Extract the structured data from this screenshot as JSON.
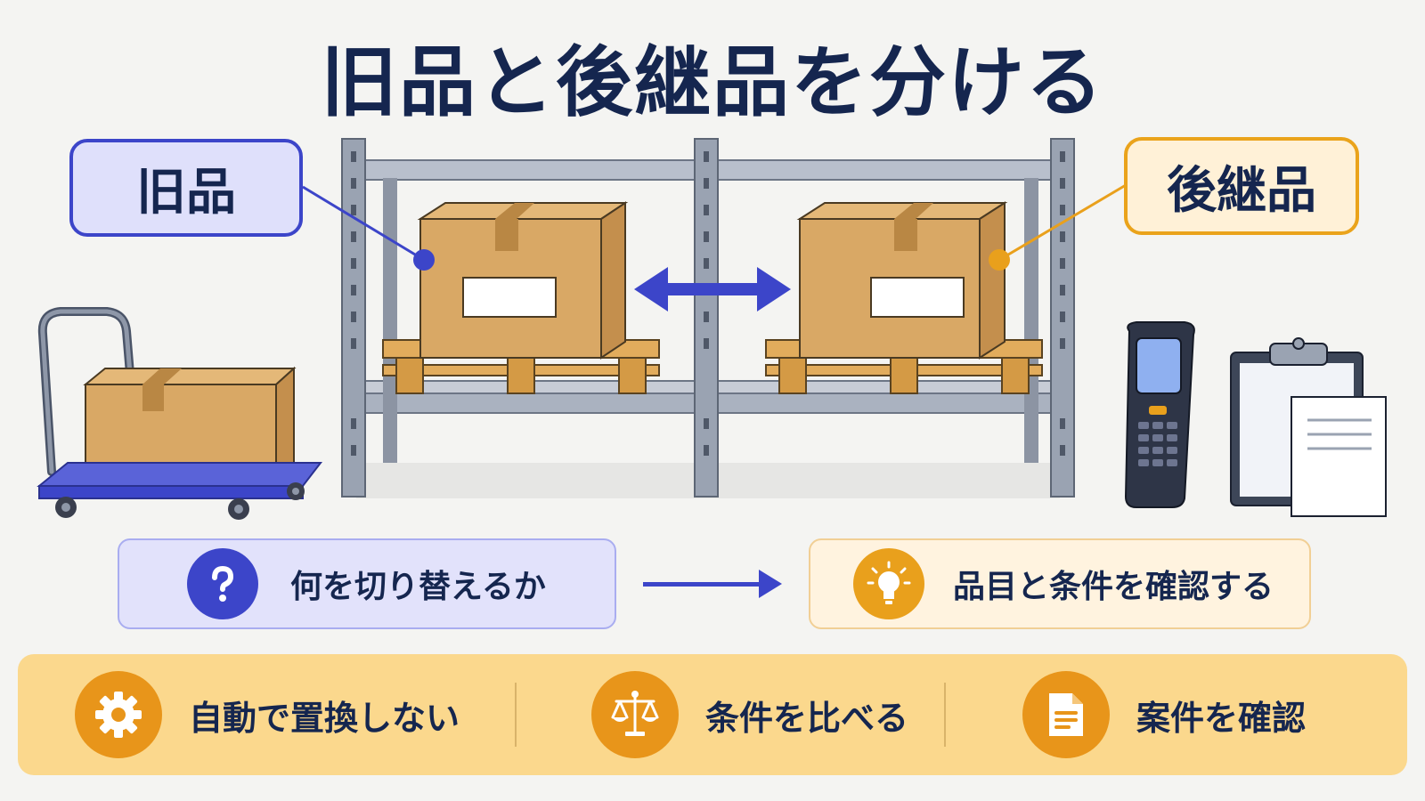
{
  "title": "旧品と後継品を分ける",
  "callouts": {
    "old": "旧品",
    "new": "後継品"
  },
  "steps": {
    "question": "何を切り替えるか",
    "check": "品目と条件を確認する"
  },
  "points": [
    {
      "label": "自動で置換しない",
      "icon": "gear-icon"
    },
    {
      "label": "条件を比べる",
      "icon": "scale-icon"
    },
    {
      "label": "案件を確認",
      "icon": "document-icon"
    }
  ],
  "colors": {
    "navy": "#15264f",
    "blue": "#3c45c9",
    "orange": "#e9a01c",
    "cardboard": "#d9a865"
  }
}
